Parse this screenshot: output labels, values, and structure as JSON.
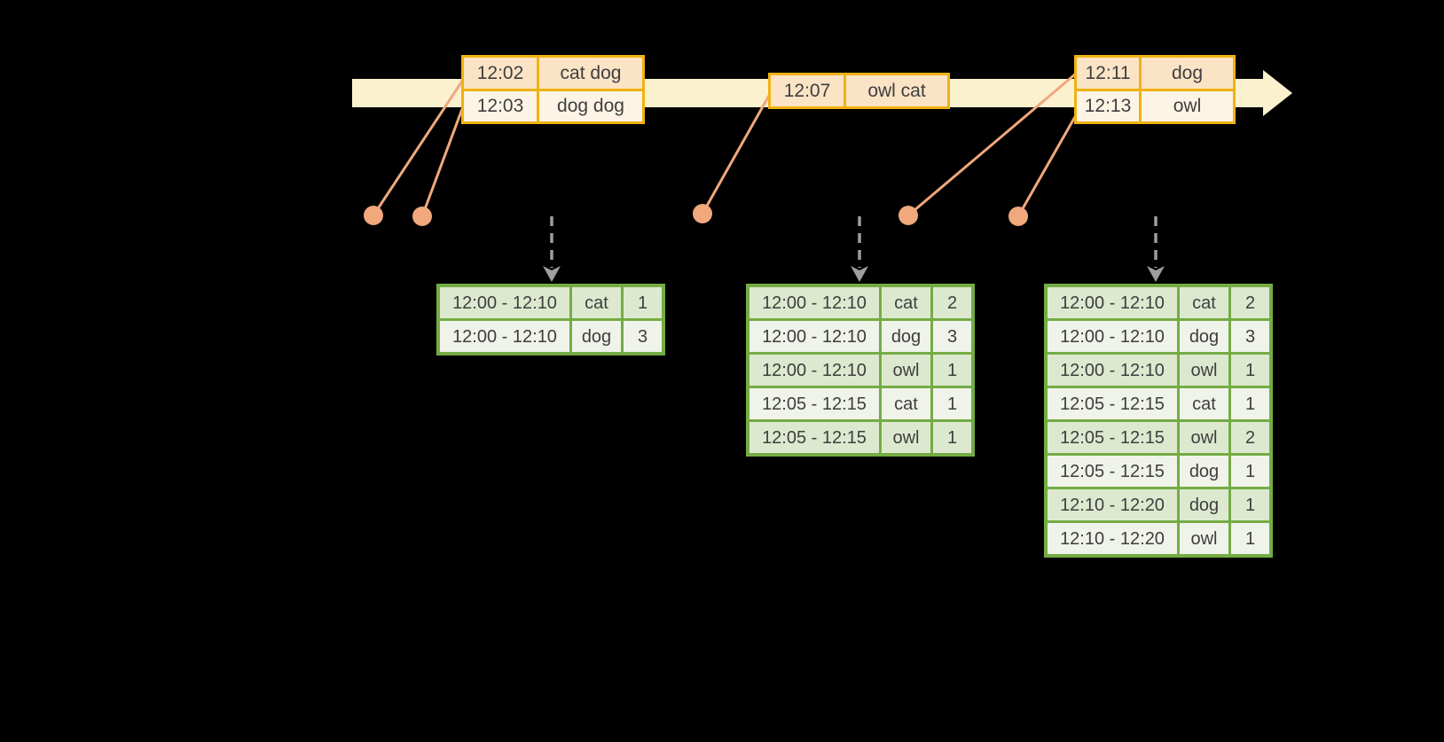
{
  "diagram": {
    "kind": "streaming-windowed-wordcount",
    "background": "#000000"
  },
  "colors": {
    "timeline_band": "#FCF1CF",
    "event_table_border": "#EFB212",
    "event_row_dark": "#FBE3C6",
    "event_row_light": "#FDF4E6",
    "result_table_border": "#74AC44",
    "result_row_dark": "#DDE9CF",
    "result_row_light": "#EFF3EA",
    "connector": "#F0A87C",
    "trigger_arrow": "#9E9E9E",
    "text": "#3E3E3E"
  },
  "icons": {
    "timeline_arrowhead": "arrow-right-icon",
    "trigger": "arrow-down-dashed-icon",
    "connector_dot": "dot-icon"
  },
  "event_tables": [
    {
      "rows": [
        {
          "time": "12:02",
          "words": "cat dog"
        },
        {
          "time": "12:03",
          "words": "dog dog"
        }
      ]
    },
    {
      "rows": [
        {
          "time": "12:07",
          "words": "owl cat"
        }
      ]
    },
    {
      "rows": [
        {
          "time": "12:11",
          "words": "dog"
        },
        {
          "time": "12:13",
          "words": "owl"
        }
      ]
    }
  ],
  "result_tables": [
    {
      "rows": [
        [
          "12:00 - 12:10",
          "cat",
          "1"
        ],
        [
          "12:00 - 12:10",
          "dog",
          "3"
        ]
      ]
    },
    {
      "rows": [
        [
          "12:00 - 12:10",
          "cat",
          "2"
        ],
        [
          "12:00 - 12:10",
          "dog",
          "3"
        ],
        [
          "12:00 - 12:10",
          "owl",
          "1"
        ],
        [
          "12:05 - 12:15",
          "cat",
          "1"
        ],
        [
          "12:05 - 12:15",
          "owl",
          "1"
        ]
      ]
    },
    {
      "rows": [
        [
          "12:00 - 12:10",
          "cat",
          "2"
        ],
        [
          "12:00 - 12:10",
          "dog",
          "3"
        ],
        [
          "12:00 - 12:10",
          "owl",
          "1"
        ],
        [
          "12:05 - 12:15",
          "cat",
          "1"
        ],
        [
          "12:05 - 12:15",
          "owl",
          "2"
        ],
        [
          "12:05 - 12:15",
          "dog",
          "1"
        ],
        [
          "12:10 - 12:20",
          "dog",
          "1"
        ],
        [
          "12:10 - 12:20",
          "owl",
          "1"
        ]
      ]
    }
  ]
}
